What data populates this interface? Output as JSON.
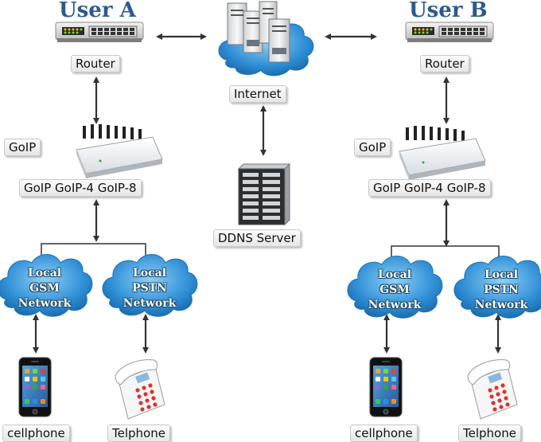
{
  "users": {
    "a": {
      "title": "User A"
    },
    "b": {
      "title": "User B"
    }
  },
  "labels": {
    "router": "Router",
    "internet": "Internet",
    "ddns": "DDNS Server",
    "goip": "GoIP",
    "goip_models": "GoIP GoIP-4 GoIP-8",
    "cellphone": "cellphone",
    "telphone": "Telphone"
  },
  "clouds": {
    "gsm": [
      "Local",
      "GSM",
      "Network"
    ],
    "pstn": [
      "Local",
      "PSTN",
      "Network"
    ]
  },
  "colors": {
    "title": "#2d5a8c",
    "cloud": "#2f8fd6",
    "cloud_light": "#8fd0f5",
    "arrow": "#333333",
    "gsm_led": "#f2c200"
  }
}
